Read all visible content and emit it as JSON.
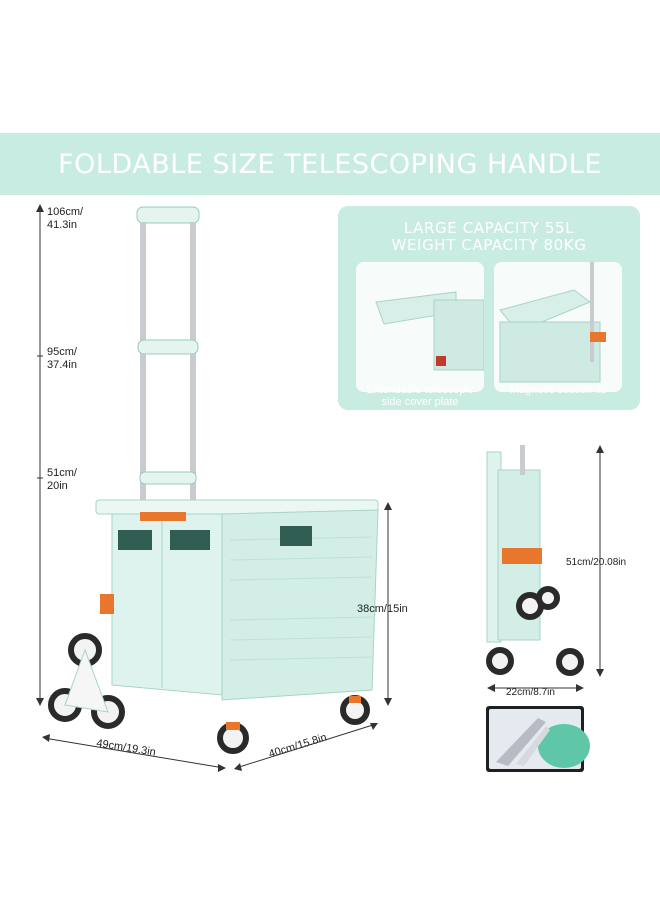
{
  "banner": {
    "title": "FOLDABLE SIZE TELESCOPING HANDLE"
  },
  "height_marks": [
    {
      "line1": "106cm/",
      "line2": "41.3in"
    },
    {
      "line1": "95cm/",
      "line2": "37.4in"
    },
    {
      "line1": "51cm/",
      "line2": "20in"
    }
  ],
  "cart_dimensions": {
    "box_height": "38cm/15in",
    "width": "49cm/19.3in",
    "depth": "40cm/15.8in"
  },
  "features": {
    "title_line1": "LARGE CAPACITY 55L",
    "title_line2": "WEIGHT CAPACITY 80KG",
    "thumb1_caption_line1": "Extendable telescopic",
    "thumb1_caption_line2": "side cover plate",
    "thumb2_caption": "Magnetic suction lid"
  },
  "folded_dimensions": {
    "height": "51cm/20.08in",
    "width": "22cm/8.7in"
  },
  "colors": {
    "mint": "#c9ece2",
    "cart_body": "#dff3ee",
    "accent_orange": "#e8762c",
    "wheel_dark": "#2a2a2a"
  }
}
